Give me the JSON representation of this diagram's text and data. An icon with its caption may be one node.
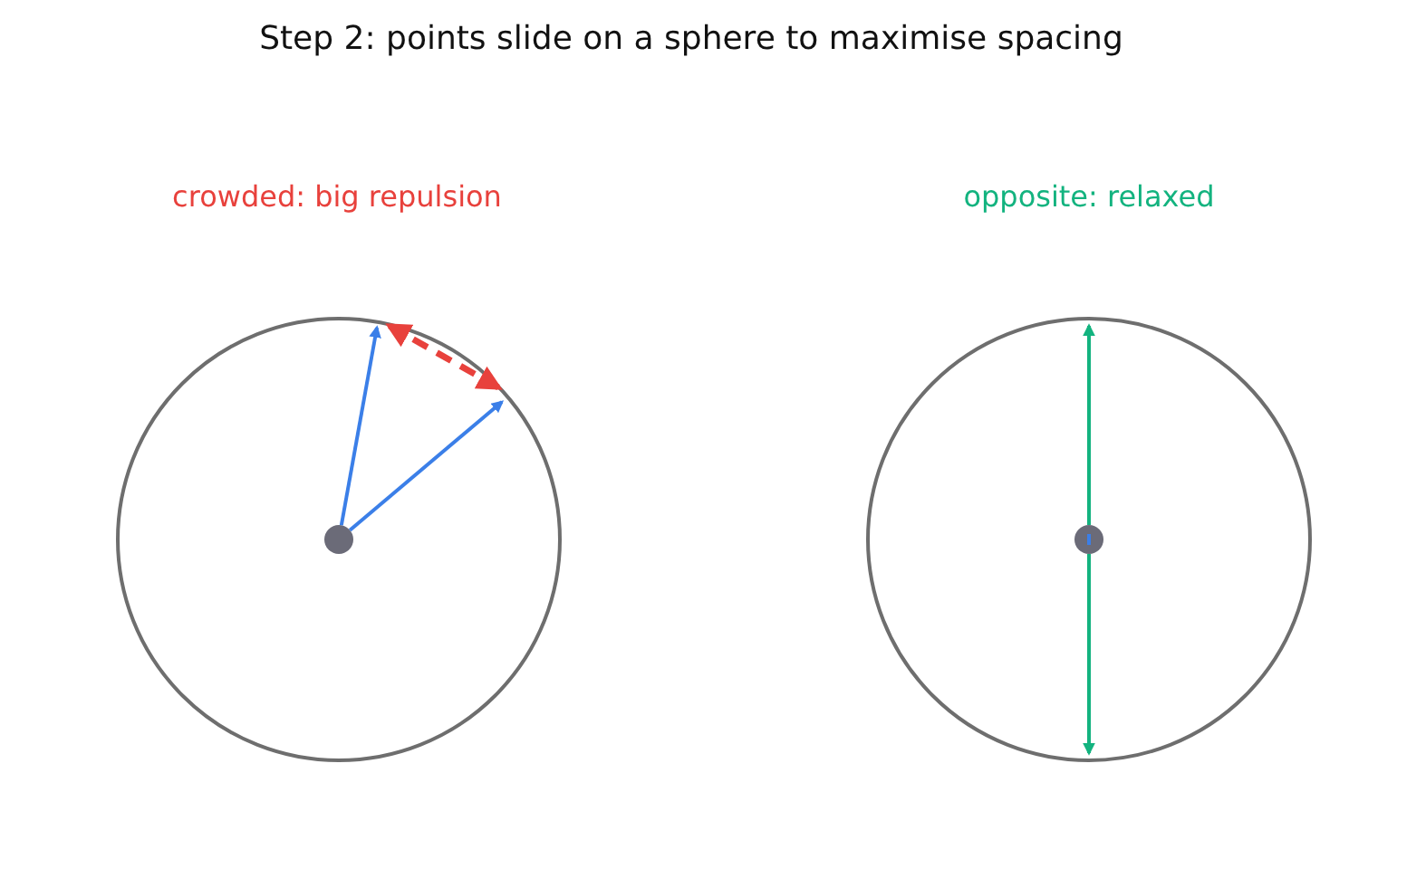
{
  "diagram": {
    "title": "Step 2: points slide on a sphere to maximise spacing",
    "nodes": [
      {
        "text": [],
        "shape": "circle"
      },
      {
        "text": [],
        "shape": "circle",
        "in": 0
      },
      {
        "text": [],
        "shape": "circle"
      },
      {
        "text": [],
        "shape": "circle",
        "in": 2
      }
    ],
    "edges": [
      {
        "from": 1,
        "to": null,
        "arrow": "to",
        "color": "#3b7fe8"
      },
      {
        "from": 1,
        "to": null,
        "arrow": "to",
        "color": "#3b7fe8"
      },
      {
        "from": 3,
        "to": null,
        "arrow": "to",
        "color": "#13b37f"
      },
      {
        "from": 3,
        "to": null,
        "arrow": "to",
        "color": "#13b37f"
      }
    ],
    "labels": [
      "crowded: big repulsion",
      "opposite: relaxed"
    ]
  }
}
